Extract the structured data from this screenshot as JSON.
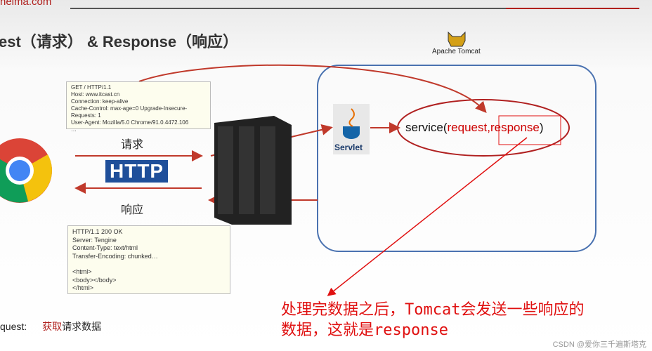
{
  "header": {
    "logo": "heima.com",
    "title": "est（请求） & Response（响应）",
    "tomcat_label": "Apache Tomcat"
  },
  "request_box": [
    "GET / HTTP/1.1",
    "Host: www.itcast.cn",
    "Connection: keep-alive",
    "Cache-Control: max-age=0 Upgrade-Insecure-Requests: 1",
    "User-Agent: Mozilla/5.0 Chrome/91.0.4472.106",
    "…"
  ],
  "response_box": [
    "HTTP/1.1 200 OK",
    "Server: Tengine",
    "Content-Type: text/html",
    "Transfer-Encoding: chunked…",
    "",
    "<html>",
    "<body></body>",
    "</html>"
  ],
  "labels": {
    "request": "请求",
    "http": "HTTP",
    "response": "响应",
    "servlet": "Servlet"
  },
  "service": {
    "prefix": "service(",
    "request": "request,",
    "response": "response",
    ")": ")"
  },
  "annotation": {
    "line1": "处理完数据之后，Tomcat会发送一些响应的",
    "line2": "数据，这就是response"
  },
  "footer": {
    "prefix": "quest:",
    "highlight": "获取",
    "rest": "请求数据"
  },
  "watermark": "CSDN @爱你三千遍斯塔克",
  "colors": {
    "accent": "#e01010",
    "container": "#4a72b0",
    "http": "#1f4f9a"
  }
}
